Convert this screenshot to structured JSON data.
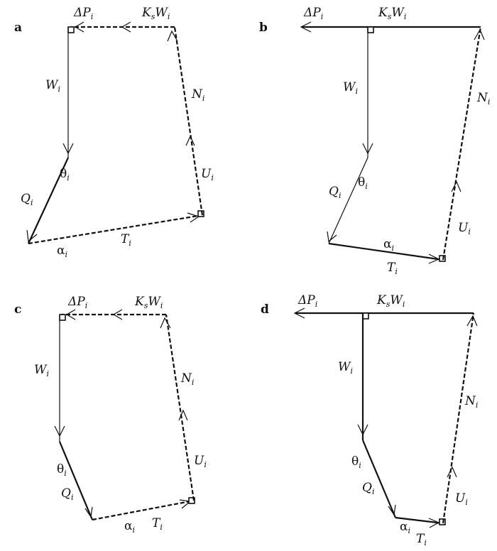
{
  "panels": [
    {
      "id": "a",
      "label": "a"
    },
    {
      "id": "b",
      "label": "b"
    },
    {
      "id": "c",
      "label": "c"
    },
    {
      "id": "d",
      "label": "d"
    }
  ],
  "symbols": {
    "delta_p": {
      "main": "ΔP",
      "sub": "i"
    },
    "ks_w": {
      "main": "K",
      "sub1": "s",
      "main2": "W",
      "sub2": "i"
    },
    "w": {
      "main": "W",
      "sub": "i"
    },
    "n": {
      "main": "N",
      "sub": "i"
    },
    "u": {
      "main": "U",
      "sub": "i"
    },
    "q": {
      "main": "Q",
      "sub": "i"
    },
    "theta": {
      "main": "θ",
      "sub": "i"
    },
    "alpha": {
      "main": "α",
      "sub": "i"
    },
    "t": {
      "main": "T",
      "sub": "i"
    }
  },
  "colors": {
    "ink": "#111111",
    "background": "#ffffff"
  }
}
